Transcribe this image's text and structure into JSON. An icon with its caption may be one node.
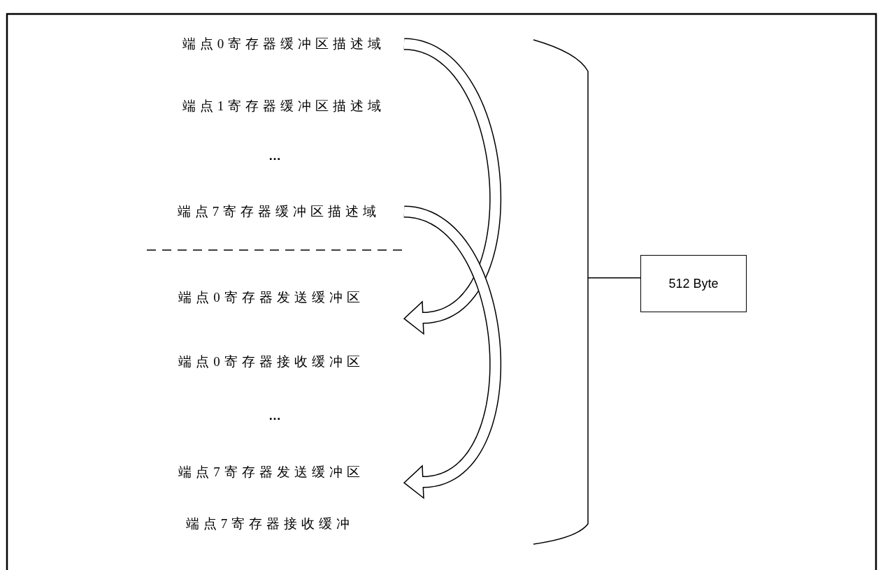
{
  "diagram": {
    "nodes": [
      {
        "text": [
          "端点0寄存器缓冲区描述域"
        ]
      },
      {
        "text": [
          "端点1寄存器缓冲区描述域"
        ]
      },
      {
        "text": [
          "端点7寄存器缓冲区描述域"
        ]
      },
      {
        "text": [
          "端点0寄存器发送缓冲区"
        ]
      },
      {
        "text": [
          "端点0寄存器接收缓冲区"
        ]
      },
      {
        "text": [
          "端点7寄存器发送缓冲区"
        ]
      },
      {
        "text": [
          "端点7寄存器接收缓冲"
        ]
      },
      {
        "text": [
          "512 Byte"
        ]
      },
      {
        "text": [],
        "shape": "brace"
      }
    ],
    "edges": [
      {
        "from": 0,
        "to": 3,
        "arrow": "to"
      },
      {
        "from": 2,
        "to": 5,
        "arrow": "to"
      },
      {
        "from": 8,
        "to": 7,
        "arrow": "none"
      }
    ],
    "labels": [
      "…",
      "…"
    ]
  }
}
